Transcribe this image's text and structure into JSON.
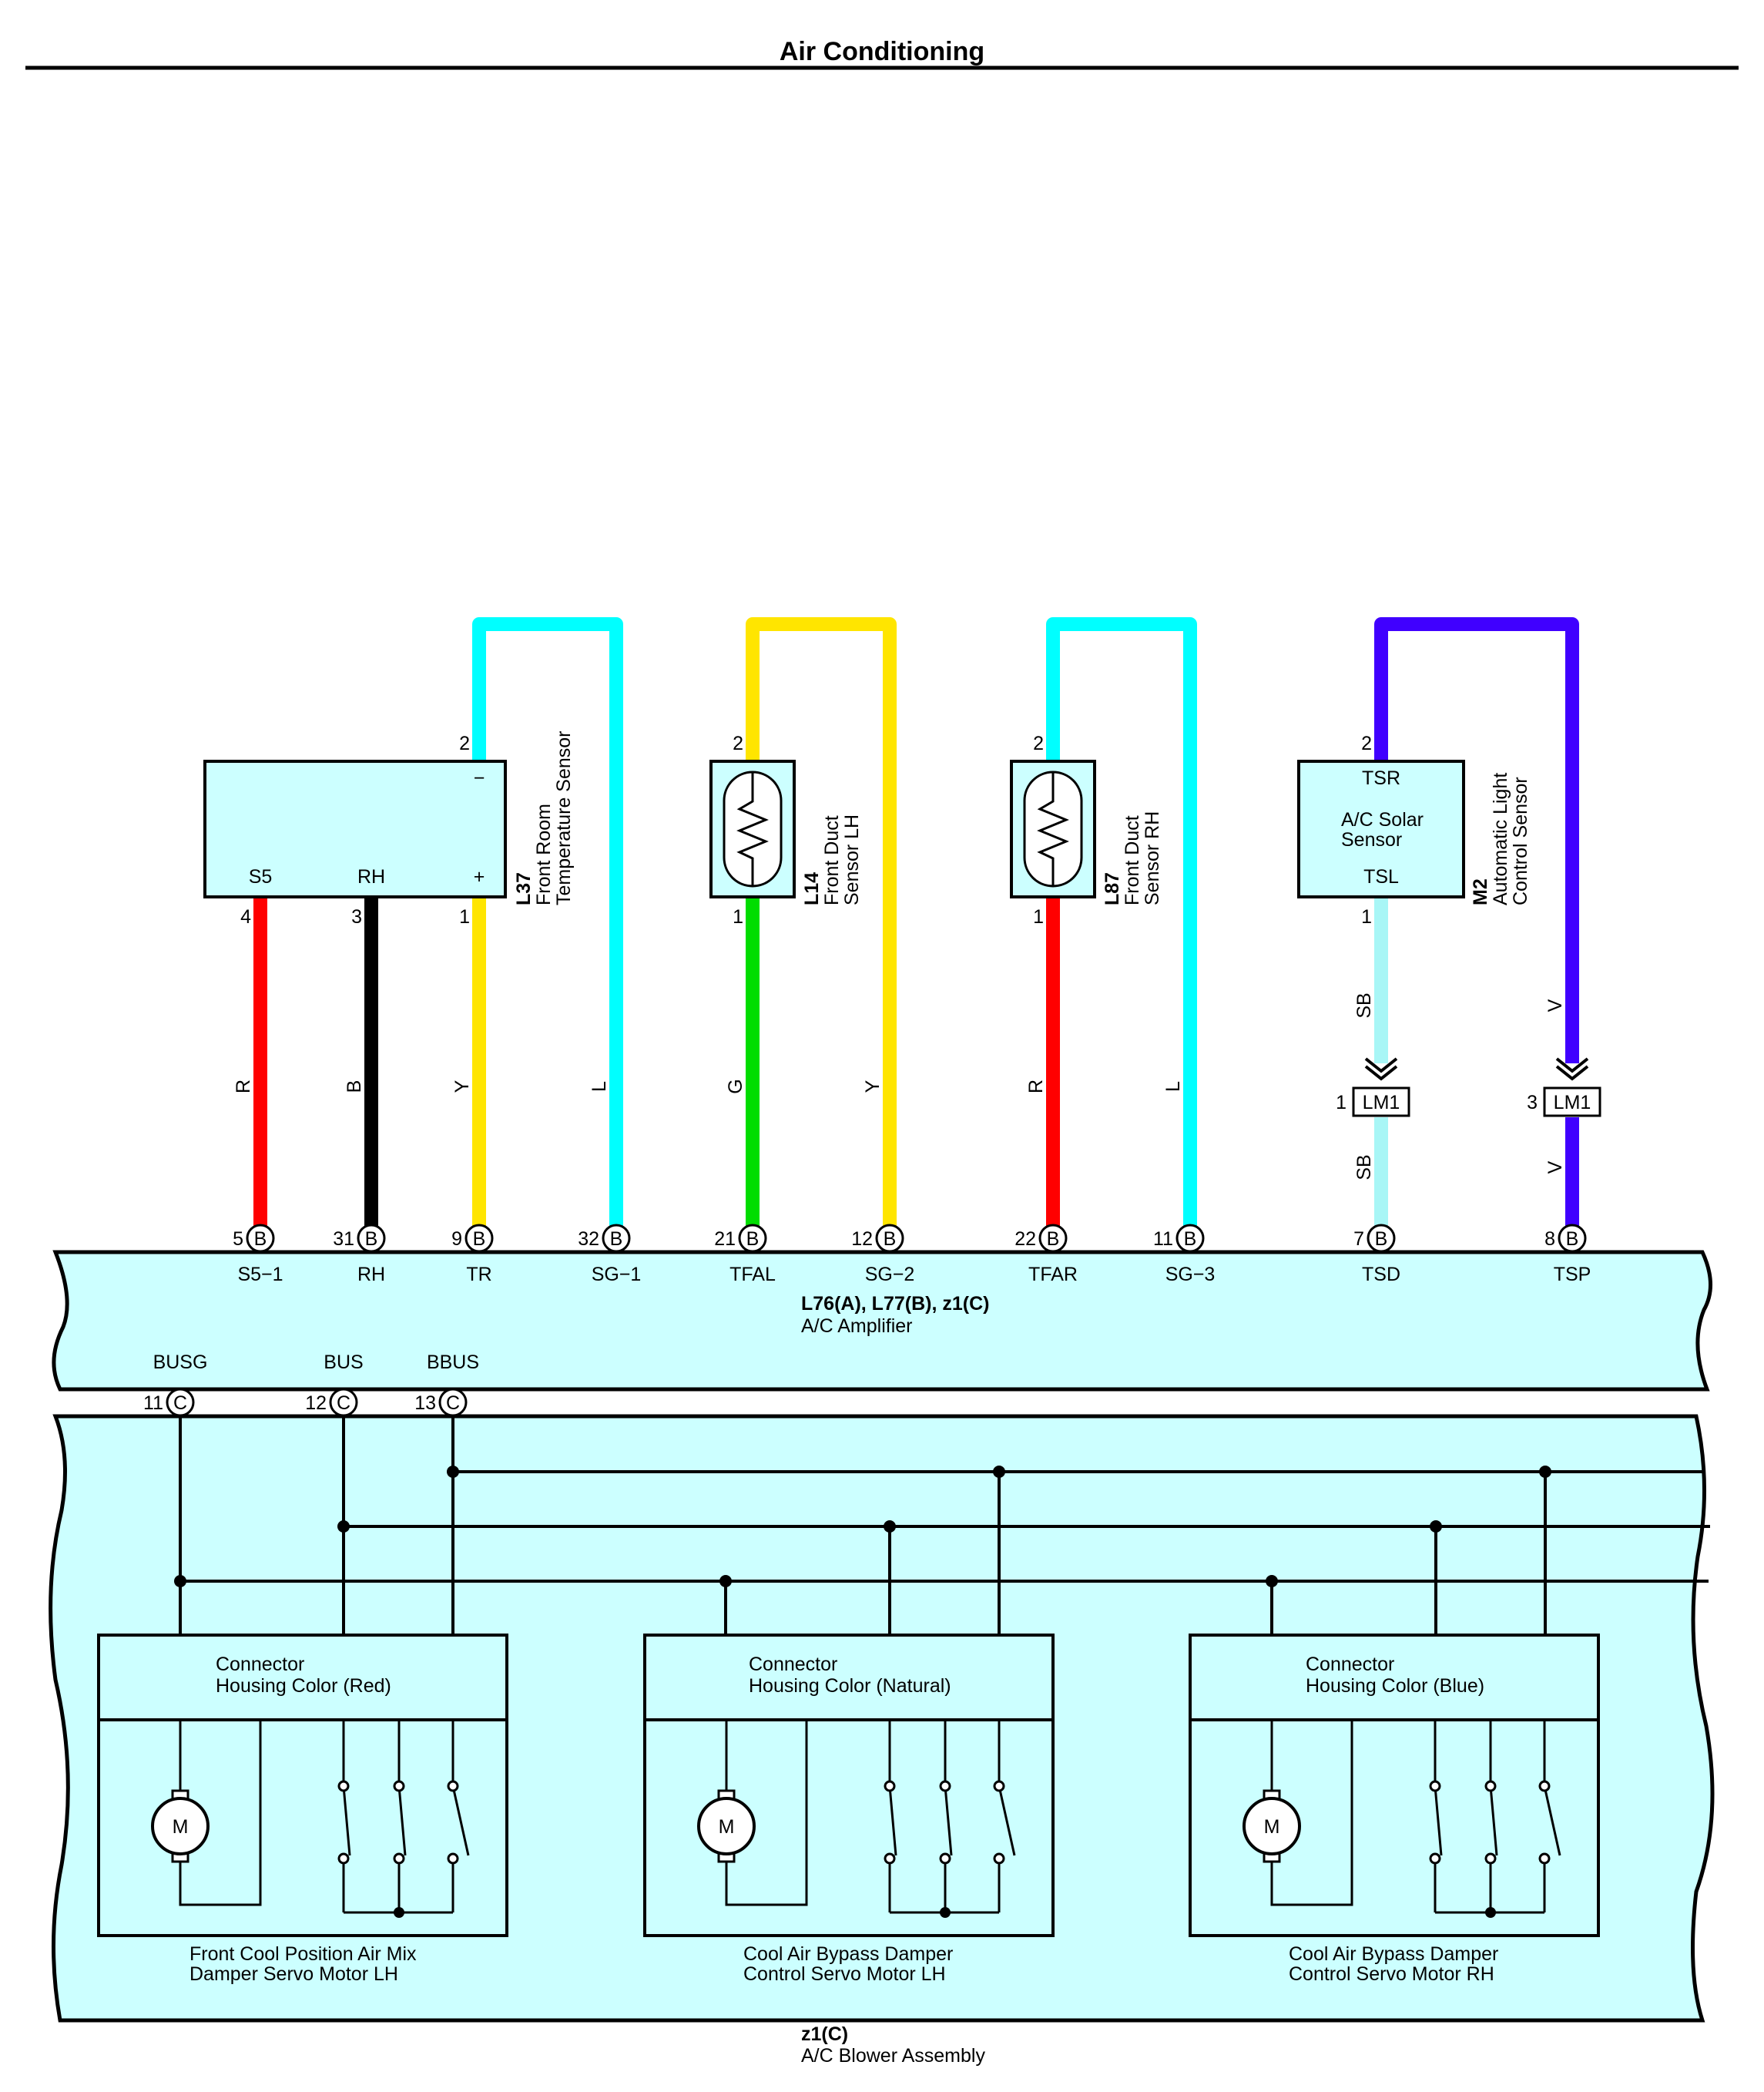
{
  "page": {
    "title": "Air Conditioning"
  },
  "colors": {
    "fill": "#ccffff",
    "R": "#ff0000",
    "B": "#000000",
    "Y": "#ffe500",
    "L": "#00ffff",
    "G": "#00dd00",
    "SB": "#a8f6f6",
    "V": "#4000ff"
  },
  "components": {
    "l37": {
      "code": "L37",
      "name_line1": "Front Room",
      "name_line2": "Temperature Sensor",
      "pin_minus": "−",
      "pin_plus": "+",
      "s5": "S5",
      "rh": "RH",
      "pin2": "2",
      "pin1": "1",
      "pin3": "3",
      "pin4": "4"
    },
    "l14": {
      "code": "L14",
      "name_line1": "Front Duct",
      "name_line2": "Sensor LH",
      "pin2": "2",
      "pin1": "1"
    },
    "l87": {
      "code": "L87",
      "name_line1": "Front Duct",
      "name_line2": "Sensor RH",
      "pin2": "2",
      "pin1": "1"
    },
    "m2": {
      "code": "M2",
      "name_line1": "Automatic Light",
      "name_line2": "Control Sensor",
      "tsr": "TSR",
      "inner_line1": "A/C Solar",
      "inner_line2": "Sensor",
      "tsl": "TSL",
      "pin2": "2",
      "pin1": "1"
    }
  },
  "wire_labels": [
    "R",
    "B",
    "Y",
    "L",
    "G",
    "Y",
    "R",
    "L",
    "SB",
    "SB",
    "V",
    "V"
  ],
  "connectors": {
    "lm1": {
      "label": "LM1",
      "pin_a": "1",
      "pin_b": "3"
    }
  },
  "amplifier": {
    "code": "L76(A), L77(B), z1(C)",
    "name": "A/C Amplifier",
    "terminals": [
      {
        "pin": "5",
        "conn": "B",
        "name": "S5−1"
      },
      {
        "pin": "31",
        "conn": "B",
        "name": "RH"
      },
      {
        "pin": "9",
        "conn": "B",
        "name": "TR"
      },
      {
        "pin": "32",
        "conn": "B",
        "name": "SG−1"
      },
      {
        "pin": "21",
        "conn": "B",
        "name": "TFAL"
      },
      {
        "pin": "12",
        "conn": "B",
        "name": "SG−2"
      },
      {
        "pin": "22",
        "conn": "B",
        "name": "TFAR"
      },
      {
        "pin": "11",
        "conn": "B",
        "name": "SG−3"
      },
      {
        "pin": "7",
        "conn": "B",
        "name": "TSD"
      },
      {
        "pin": "8",
        "conn": "B",
        "name": "TSP"
      }
    ],
    "bus_terminals": [
      {
        "pin": "11",
        "conn": "C",
        "name": "BUSG"
      },
      {
        "pin": "12",
        "conn": "C",
        "name": "BUS"
      },
      {
        "pin": "13",
        "conn": "C",
        "name": "BBUS"
      }
    ]
  },
  "blower": {
    "code": "z1(C)",
    "name": "A/C Blower Assembly",
    "servos": [
      {
        "housing_line1": "Connector",
        "housing_line2": "Housing Color (Red)",
        "name_line1": "Front Cool Position Air Mix",
        "name_line2": "Damper Servo Motor LH",
        "motor": "M"
      },
      {
        "housing_line1": "Connector",
        "housing_line2": "Housing Color (Natural)",
        "name_line1": "Cool Air Bypass Damper",
        "name_line2": "Control Servo Motor LH",
        "motor": "M"
      },
      {
        "housing_line1": "Connector",
        "housing_line2": "Housing Color (Blue)",
        "name_line1": "Cool Air Bypass Damper",
        "name_line2": "Control Servo Motor RH",
        "motor": "M"
      }
    ]
  }
}
